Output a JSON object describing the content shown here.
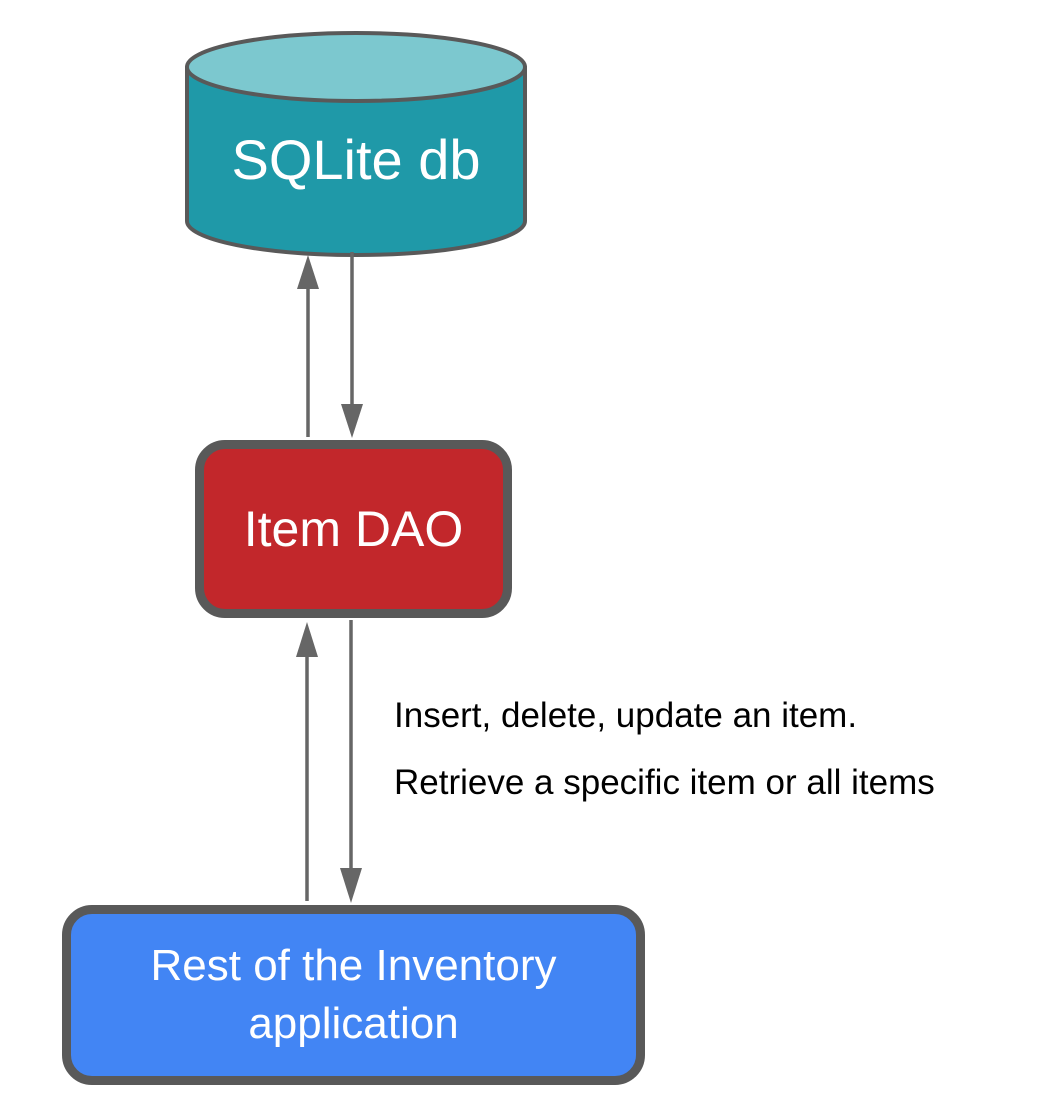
{
  "palette": {
    "background": "#ffffff",
    "db-fill": "#1f99a8",
    "db-top-fill": "#7cc8cf",
    "dao-fill": "#c2272b",
    "app-fill": "#4285f4",
    "node-border": "#595959",
    "node-text": "#ffffff",
    "arrow": "#666666",
    "annotation-text": "#000000"
  },
  "nodes": {
    "sqlite": {
      "type": "database-cylinder",
      "label": "SQLite db"
    },
    "dao": {
      "type": "rounded-rectangle",
      "label": "Item DAO"
    },
    "app": {
      "type": "rounded-rectangle",
      "label_lines": [
        "Rest of the Inventory",
        "application"
      ]
    }
  },
  "edges": [
    {
      "from": "item-dao",
      "to": "sqlite-db",
      "arrow": "up"
    },
    {
      "from": "sqlite-db",
      "to": "item-dao",
      "arrow": "down"
    },
    {
      "from": "inventory-app",
      "to": "item-dao",
      "arrow": "up"
    },
    {
      "from": "item-dao",
      "to": "inventory-app",
      "arrow": "down"
    }
  ],
  "annotation": {
    "line1": "Insert, delete, update an item.",
    "line2": "Retrieve a specific item or all items"
  }
}
